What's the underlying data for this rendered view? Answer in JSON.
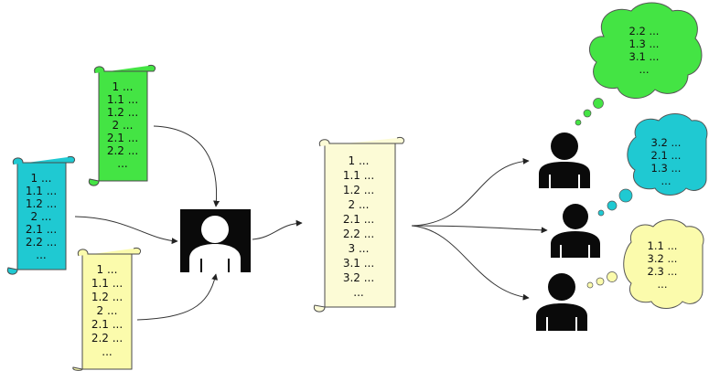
{
  "colors": {
    "green": "#44e444",
    "cyan": "#1fc9d2",
    "yellow": "#fbfbac",
    "cream": "#fcfbd6",
    "person_dark": "#0a0a0a"
  },
  "scrolls": {
    "green": {
      "lines": [
        "1 ...",
        "1.1 ...",
        "1.2 ...",
        "2 ...",
        "2.1 ...",
        "2.2 ...",
        "..."
      ]
    },
    "cyan": {
      "lines": [
        "1 ...",
        "1.1 ...",
        "1.2 ...",
        "2 ...",
        "2.1 ...",
        "2.2 ...",
        "..."
      ]
    },
    "yellow": {
      "lines": [
        "1 ...",
        "1.1 ...",
        "1.2 ...",
        "2 ...",
        "2.1 ...",
        "2.2 ...",
        "..."
      ]
    },
    "merged": {
      "lines": [
        "1 ...",
        "1.1 ...",
        "1.2 ...",
        "2 ...",
        "2.1 ...",
        "2.2 ...",
        "3 ...",
        "3.1 ...",
        "3.2 ...",
        "..."
      ]
    }
  },
  "bubbles": {
    "green": {
      "lines": [
        "2.2 ...",
        "1.3 ...",
        "3.1 ...",
        "..."
      ]
    },
    "cyan": {
      "lines": [
        "3.2 ...",
        "2.1 ...",
        "1.3 ...",
        "..."
      ]
    },
    "yellow": {
      "lines": [
        "1.1 ...",
        "3.2 ...",
        "2.3 ...",
        "..."
      ]
    }
  },
  "icons": {
    "merger": "person-in-box-icon",
    "reader": "person-icon"
  }
}
